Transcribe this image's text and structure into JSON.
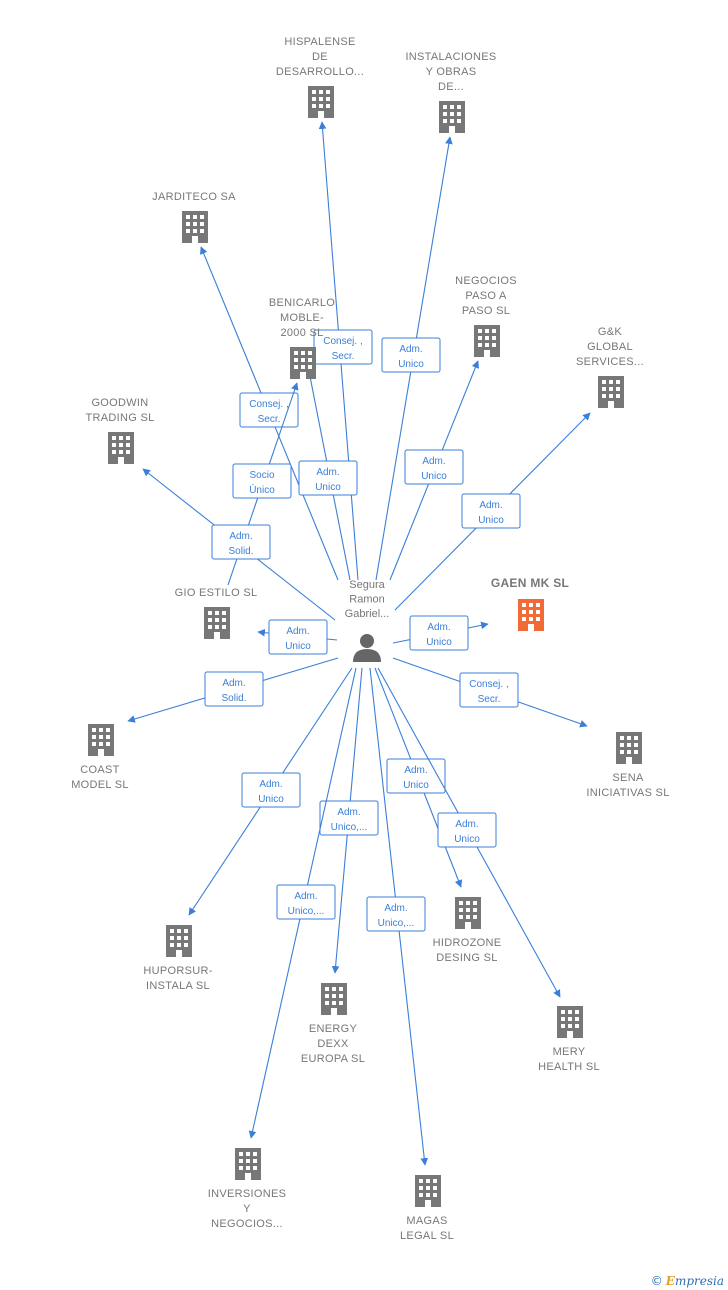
{
  "center": {
    "name_lines": [
      "Segura",
      "Ramon",
      "Gabriel..."
    ],
    "icon": "person-icon"
  },
  "nodes": [
    {
      "id": "hispalense",
      "lines": [
        "HISPALENSE",
        "DE",
        "DESARROLLO..."
      ],
      "icon": "building-icon"
    },
    {
      "id": "instalaciones",
      "lines": [
        "INSTALACIONES",
        "Y OBRAS",
        "DE..."
      ],
      "icon": "building-icon"
    },
    {
      "id": "jarditeco",
      "lines": [
        "JARDITECO SA"
      ],
      "icon": "building-icon"
    },
    {
      "id": "benicarlo",
      "lines": [
        "BENICARLO",
        "MOBLE-",
        "2000 SL"
      ],
      "icon": "building-icon"
    },
    {
      "id": "negocios-paso",
      "lines": [
        "NEGOCIOS",
        "PASO A",
        "PASO SL"
      ],
      "icon": "building-icon"
    },
    {
      "id": "gk-global",
      "lines": [
        "G&K",
        "GLOBAL",
        "SERVICES..."
      ],
      "icon": "building-icon"
    },
    {
      "id": "goodwin",
      "lines": [
        "GOODWIN",
        "TRADING SL"
      ],
      "icon": "building-icon"
    },
    {
      "id": "gio-estilo",
      "lines": [
        "GIO ESTILO SL"
      ],
      "icon": "building-icon"
    },
    {
      "id": "gaen-mk",
      "lines": [
        "GAEN MK  SL"
      ],
      "icon": "building-icon",
      "highlight": true
    },
    {
      "id": "coast-model",
      "lines": [
        "COAST",
        "MODEL  SL"
      ],
      "icon": "building-icon"
    },
    {
      "id": "sena",
      "lines": [
        "SENA",
        "INICIATIVAS SL"
      ],
      "icon": "building-icon"
    },
    {
      "id": "hidrozone",
      "lines": [
        "HIDROZONE",
        "DESING  SL"
      ],
      "icon": "building-icon"
    },
    {
      "id": "huporsur",
      "lines": [
        "HUPORSUR-",
        "INSTALA SL"
      ],
      "icon": "building-icon"
    },
    {
      "id": "energy-dexx",
      "lines": [
        "ENERGY",
        "DEXX",
        "EUROPA  SL"
      ],
      "icon": "building-icon"
    },
    {
      "id": "mery-health",
      "lines": [
        "MERY",
        "HEALTH  SL"
      ],
      "icon": "building-icon"
    },
    {
      "id": "inversiones",
      "lines": [
        "INVERSIONES",
        "Y",
        "NEGOCIOS..."
      ],
      "icon": "building-icon"
    },
    {
      "id": "magas-legal",
      "lines": [
        "MAGAS",
        "LEGAL  SL"
      ],
      "icon": "building-icon"
    }
  ],
  "edges": [
    {
      "to": "hispalense",
      "label": [
        "Consej. ,",
        "Secr."
      ]
    },
    {
      "to": "instalaciones",
      "label": [
        "Adm.",
        "Unico"
      ]
    },
    {
      "to": "jarditeco",
      "label": [
        "Consej. ,",
        "Secr."
      ]
    },
    {
      "to": "benicarlo",
      "label": [
        "Adm.",
        "Unico"
      ]
    },
    {
      "to": "benicarlo",
      "label": [
        "Socio",
        "Único"
      ]
    },
    {
      "to": "negocios-paso",
      "label": [
        "Adm.",
        "Unico"
      ]
    },
    {
      "to": "gk-global",
      "label": [
        "Adm.",
        "Unico"
      ]
    },
    {
      "to": "goodwin",
      "label": [
        "Adm.",
        "Solid."
      ]
    },
    {
      "to": "gio-estilo",
      "label": [
        "Adm.",
        "Unico"
      ]
    },
    {
      "to": "gaen-mk",
      "label": [
        "Adm.",
        "Unico"
      ]
    },
    {
      "to": "coast-model",
      "label": [
        "Adm.",
        "Solid."
      ]
    },
    {
      "to": "sena",
      "label": [
        "Consej. ,",
        "Secr."
      ]
    },
    {
      "to": "hidrozone",
      "label": [
        "Adm.",
        "Unico"
      ]
    },
    {
      "to": "mery-health",
      "label": [
        "Adm.",
        "Unico"
      ]
    },
    {
      "to": "huporsur",
      "label": [
        "Adm.",
        "Unico"
      ]
    },
    {
      "to": "energy-dexx",
      "label": [
        "Adm.",
        "Unico,..."
      ]
    },
    {
      "to": "inversiones",
      "label": [
        "Adm.",
        "Unico,..."
      ]
    },
    {
      "to": "magas-legal",
      "label": [
        "Adm.",
        "Unico,..."
      ]
    }
  ],
  "footer": {
    "copyright_symbol": "©",
    "brand_initial": "E",
    "brand_rest": "mpresia"
  },
  "colors": {
    "edge": "#3a7fd8",
    "node": "#777777",
    "highlight": "#f26a35",
    "label": "#777777"
  }
}
